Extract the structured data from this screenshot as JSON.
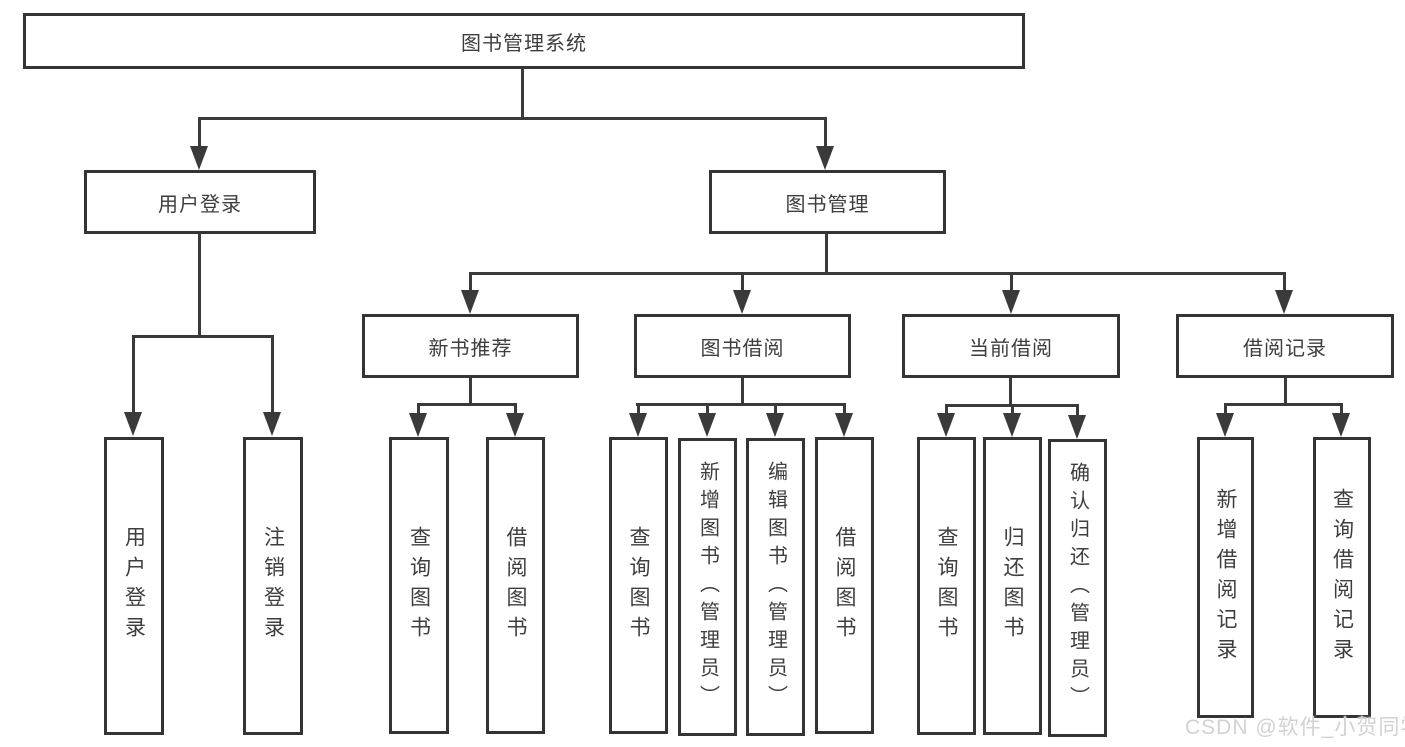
{
  "diagram": {
    "title": "图书管理系统",
    "branches": {
      "user_login": {
        "label": "用户登录",
        "children": [
          "用户登录",
          "注销登录"
        ]
      },
      "book_management": {
        "label": "图书管理",
        "children": [
          {
            "label": "新书推荐",
            "children": [
              "查询图书",
              "借阅图书"
            ]
          },
          {
            "label": "图书借阅",
            "children": [
              "查询图书",
              "新增图书（管理员）",
              "编辑图书（管理员）",
              "借阅图书"
            ]
          },
          {
            "label": "当前借阅",
            "children": [
              "查询图书",
              "归还图书",
              "确认归还（管理员）"
            ]
          },
          {
            "label": "借阅记录",
            "children": [
              "新增借阅记录",
              "查询借阅记录"
            ]
          }
        ]
      }
    },
    "watermark": "CSDN @软件_小贺同学",
    "colors": {
      "line": "#3a3a3a",
      "box_border": "#343434",
      "text": "#3e3e3e",
      "watermark": "#d2d2d2",
      "background": "#ffffff"
    }
  }
}
